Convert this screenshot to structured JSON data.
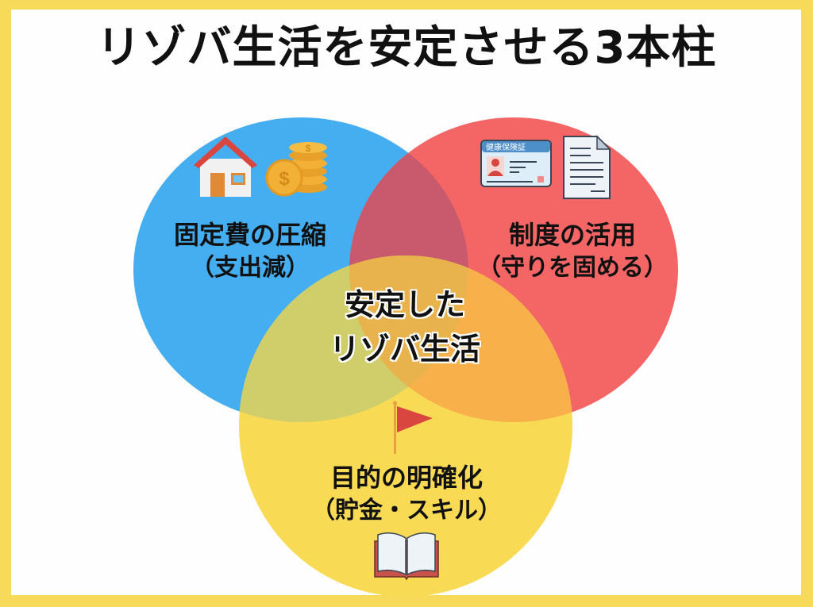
{
  "title": "リゾバ生活を安定させる3本柱",
  "colors": {
    "frame": "#F8DA5A",
    "background": "#FEFEFE",
    "blue": "#45AEF0",
    "red": "#F46565",
    "yellow": "#F9DA55",
    "blue_red": "#C95A6E",
    "blue_yellow": "#CFCE6B",
    "red_yellow": "#F8B04A",
    "all_three": "#E8B24C"
  },
  "circles": [
    {
      "id": "blue",
      "main": "固定費の圧縮",
      "sub": "（支出減）",
      "icons": [
        "house-icon",
        "coins-icon"
      ]
    },
    {
      "id": "red",
      "main": "制度の活用",
      "sub": "（守りを固める）",
      "icons": [
        "insurance-card-icon",
        "document-icon"
      ],
      "card_text": "健康保険証"
    },
    {
      "id": "yellow",
      "main": "目的の明確化",
      "sub": "（貯金・スキル）",
      "icons": [
        "flag-icon",
        "book-icon"
      ]
    }
  ],
  "center": {
    "line1": "安定した",
    "line2": "リゾバ生活"
  }
}
